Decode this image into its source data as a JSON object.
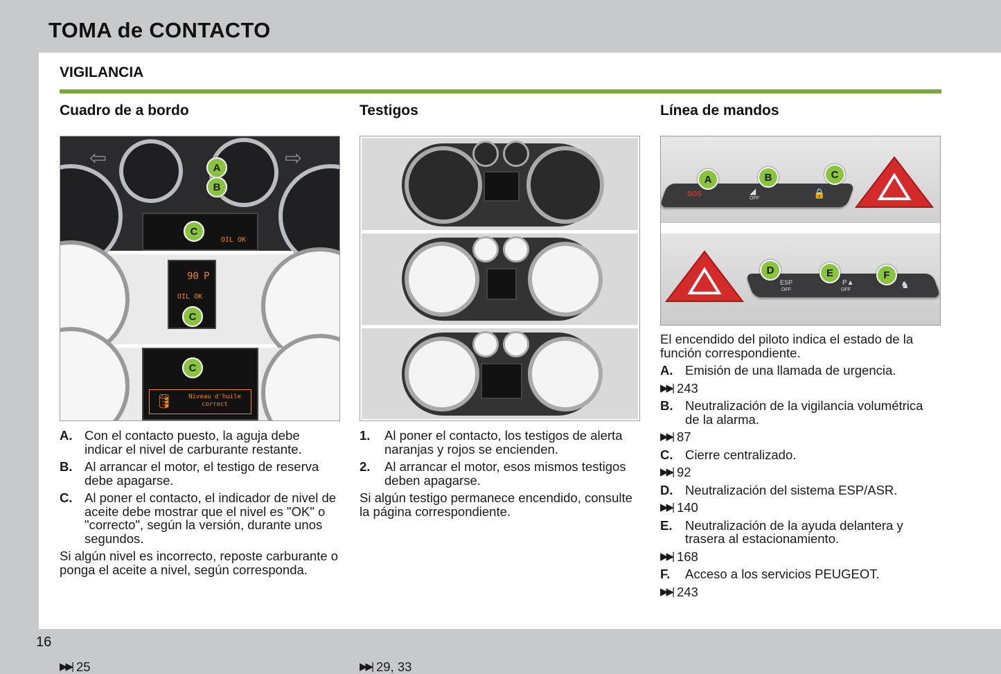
{
  "page": {
    "title": "TOMA de CONTACTO",
    "section": "VIGILANCIA",
    "page_number": "16",
    "ref_icon": "fast-forward-icon"
  },
  "col1": {
    "heading": "Cuadro de a bordo",
    "image_labels": {
      "a": "A",
      "b": "B",
      "c": "C",
      "oil_ok_1": "OIL OK",
      "oil_ok_2": "OIL OK",
      "niveau": "Niveau d'huile correct",
      "speed_90": "90",
      "gear": "P"
    },
    "items": [
      {
        "label": "A.",
        "text": "Con el contacto puesto, la aguja debe indicar el nivel de carburante restante."
      },
      {
        "label": "B.",
        "text": "Al arrancar el motor, el testigo de reserva debe apagarse."
      },
      {
        "label": "C.",
        "text": "Al poner el contacto, el indicador de nivel de aceite debe mostrar que el nivel es \"OK\" o \"correcto\", según la versión, durante unos segundos."
      }
    ],
    "note": "Si algún nivel es incorrecto, reposte carburante o ponga el aceite a nivel, según corresponda.",
    "ref": "25"
  },
  "col2": {
    "heading": "Testigos",
    "items": [
      {
        "label": "1.",
        "text": "Al poner el contacto, los testigos de alerta naranjas y rojos se encienden."
      },
      {
        "label": "2.",
        "text": "Al arrancar el motor, esos mismos testigos deben apagarse."
      }
    ],
    "note": "Si algún testigo permanece encendido, consulte la página correspondiente.",
    "ref": "29, 33"
  },
  "col3": {
    "heading": "Línea de mandos",
    "image_labels": {
      "a": "A",
      "b": "B",
      "c": "C",
      "d": "D",
      "e": "E",
      "f": "F",
      "sos": "SOS",
      "off1": "OFF",
      "esp": "ESP",
      "off2": "OFF",
      "off3": "OFF"
    },
    "intro": "El encendido del piloto indica el estado de la función correspondiente.",
    "items": [
      {
        "label": "A.",
        "text": "Emisión de una llamada de urgencia.",
        "ref": "243"
      },
      {
        "label": "B.",
        "text": "Neutralización de la vigilancia volumétrica de la alarma.",
        "ref": "87"
      },
      {
        "label": "C.",
        "text": "Cierre centralizado.",
        "ref": "92"
      },
      {
        "label": "D.",
        "text": "Neutralización del sistema ESP/ASR.",
        "ref": "140"
      },
      {
        "label": "E.",
        "text": "Neutralización de la ayuda delantera y trasera al estacionamiento.",
        "ref": "168"
      },
      {
        "label": "F.",
        "text": "Acceso a los servicios PEUGEOT.",
        "ref": "243"
      }
    ]
  },
  "colors": {
    "accent_green": "#7aa83a",
    "badge_green": "#8ac43f",
    "hazard_red": "#d42a2a",
    "warning_orange": "#f08a1a"
  }
}
